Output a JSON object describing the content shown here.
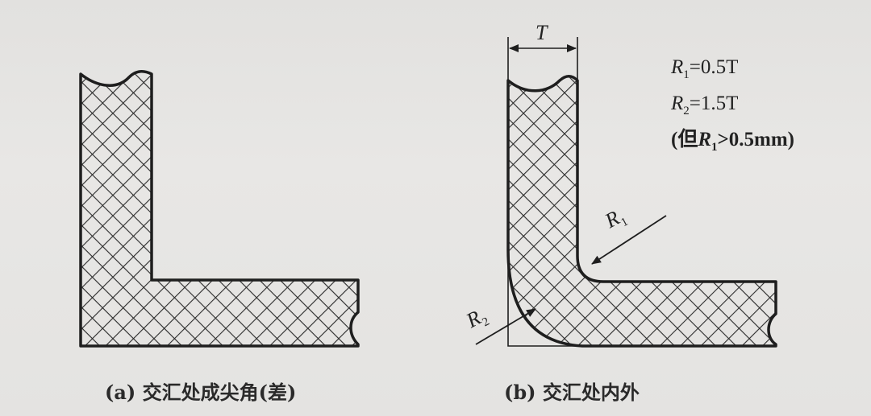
{
  "captions": {
    "a": "(a) 交汇处成尖角(差)",
    "b": "(b) 交汇处内外"
  },
  "dims": {
    "thickness": "T",
    "r1": "R",
    "r1_sub": "1",
    "r2": "R",
    "r2_sub": "2"
  },
  "notes": {
    "line1_var": "R",
    "line1_sub": "1",
    "line1_rest": "=0.5T",
    "line2_var": "R",
    "line2_sub": "2",
    "line2_rest": "=1.5T",
    "line3_pre": "(但",
    "line3_var": "R",
    "line3_sub": "1",
    "line3_rest": ">0.5mm)"
  },
  "colors": {
    "ink": "#1e1e1e",
    "hatch": "#2b2b2b",
    "paper": "#e6e5e3"
  }
}
